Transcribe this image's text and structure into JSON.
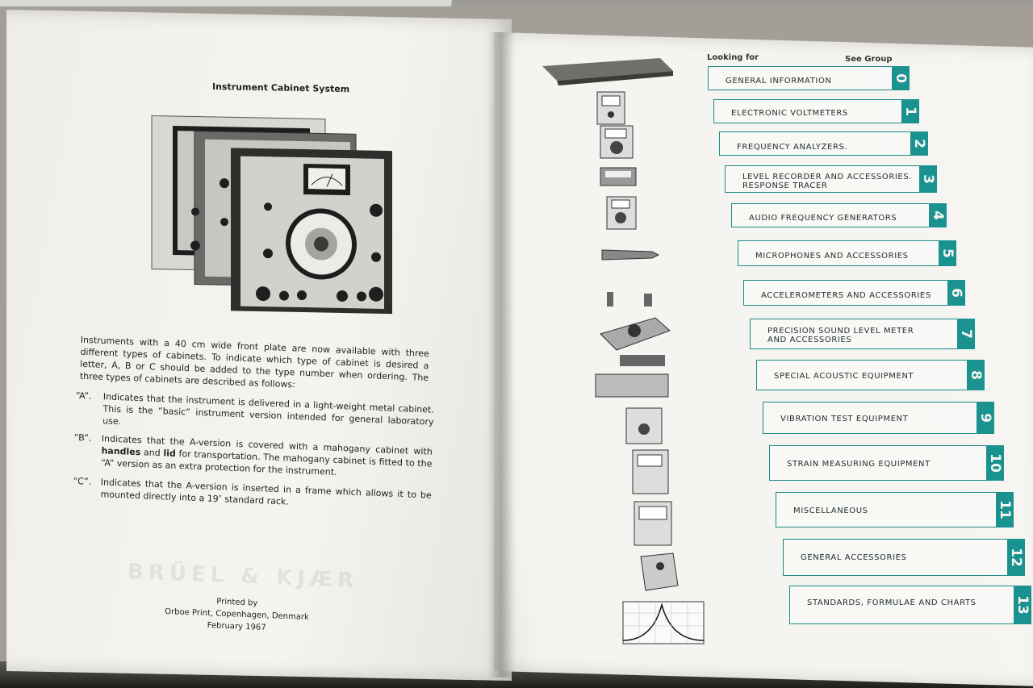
{
  "left_page": {
    "title": "Instrument Cabinet System",
    "intro": "Instruments with a 40 cm wide front plate are now available with three different types of cabinets. To indicate which type of cabinet is desired a letter, A, B or C should be added to the type number when ordering. The three types of cabinets are described as follows:",
    "items": [
      {
        "label": "“A”.",
        "text": "Indicates that the instrument is delivered in a light-weight metal cabinet. This is the “basic” instrument version intended for general laboratory use."
      },
      {
        "label": "“B”.",
        "text_before": "Indicates that the A-version is covered with a mahogany cabinet with ",
        "bold1": "handles",
        "mid": " and ",
        "bold2": "lid",
        "text_after": " for transportation. The mahogany cabinet is fitted to the “A” version as an extra protection for the instrument."
      },
      {
        "label": "“C”.",
        "text": "Indicates that the A-version is inserted in a frame which allows it to be mounted directly into a 19″ standard rack."
      }
    ],
    "printed_by": [
      "Printed by",
      "Orboe Print, Copenhagen, Denmark",
      "February 1967"
    ],
    "watermark": "BRÜEL & KJÆR"
  },
  "right_page": {
    "header_left": "Looking for",
    "header_right": "See Group",
    "groups": [
      {
        "number": "0",
        "label": [
          "GENERAL INFORMATION"
        ]
      },
      {
        "number": "1",
        "label": [
          "ELECTRONIC VOLTMETERS"
        ]
      },
      {
        "number": "2",
        "label": [
          "FREQUENCY ANALYZERS."
        ]
      },
      {
        "number": "3",
        "label": [
          "LEVEL RECORDER AND ACCESSORIES.",
          "RESPONSE TRACER"
        ]
      },
      {
        "number": "4",
        "label": [
          "AUDIO FREQUENCY GENERATORS"
        ]
      },
      {
        "number": "5",
        "label": [
          "MICROPHONES AND ACCESSORIES"
        ]
      },
      {
        "number": "6",
        "label": [
          "ACCELEROMETERS AND ACCESSORIES"
        ]
      },
      {
        "number": "7",
        "label": [
          "PRECISION SOUND LEVEL METER",
          "AND ACCESSORIES"
        ]
      },
      {
        "number": "8",
        "label": [
          "SPECIAL ACOUSTIC EQUIPMENT"
        ]
      },
      {
        "number": "9",
        "label": [
          "VIBRATION TEST EQUIPMENT"
        ]
      },
      {
        "number": "10",
        "label": [
          "STRAIN MEASURING EQUIPMENT"
        ]
      },
      {
        "number": "11",
        "label": [
          "MISCELLANEOUS"
        ]
      },
      {
        "number": "12",
        "label": [
          "GENERAL ACCESSORIES"
        ]
      },
      {
        "number": "13",
        "label": [
          "STANDARDS, FORMULAE AND CHARTS"
        ]
      }
    ]
  },
  "colors": {
    "tab_accent": "#1a9290",
    "page": "#f4f3ef",
    "ink": "#222222"
  }
}
